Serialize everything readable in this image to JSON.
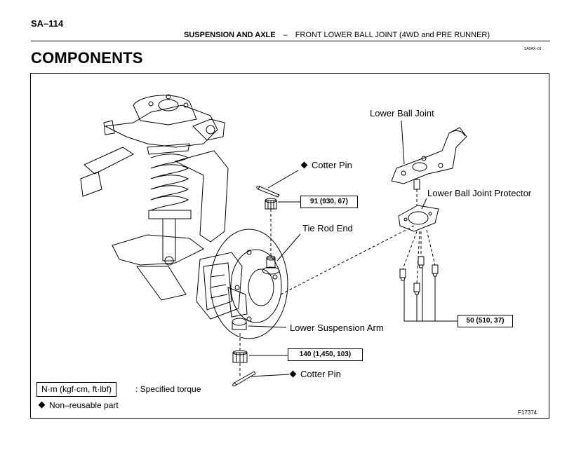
{
  "header": {
    "page_number": "SA–114",
    "section": "SUSPENSION AND AXLE",
    "separator": "–",
    "subject": "FRONT LOWER BALL JOINT (4WD and PRE RUNNER)",
    "doc_code": "SA0AX–03"
  },
  "title": "COMPONENTS",
  "labels": {
    "lower_ball_joint": "Lower Ball Joint",
    "lower_ball_joint_protector": "Lower Ball Joint Protector",
    "cotter_pin_top": "Cotter Pin",
    "tie_rod_end": "Tie Rod End",
    "lower_suspension_arm": "Lower Suspension Arm",
    "cotter_pin_bottom": "Cotter Pin"
  },
  "torques": {
    "tie_rod_nut": "91 (930, 67)",
    "ball_joint_bolts": "50 (510, 37)",
    "ball_joint_nut": "140 (1,450, 103)"
  },
  "legend": {
    "torque_unit": "N·m (kgf·cm, ft·lbf)",
    "torque_desc": ": Specified torque",
    "non_reusable": "Non–reusable part"
  },
  "figure_number": "F17374"
}
